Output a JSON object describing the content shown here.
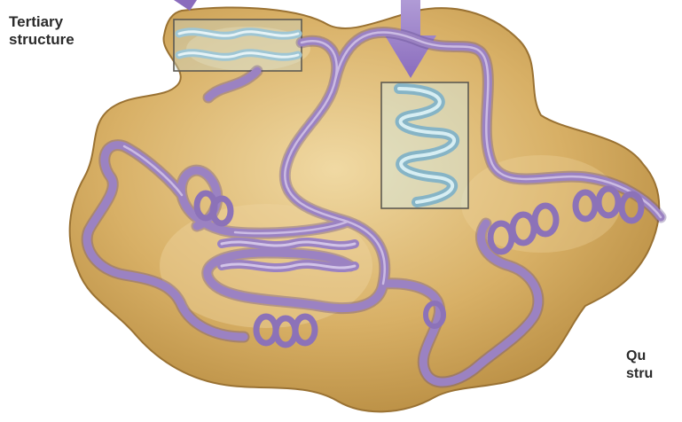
{
  "labels": {
    "tertiary": {
      "line1": "Tertiary",
      "line2": "structure"
    },
    "quaternary_cropped": {
      "line1": "Qu",
      "line2": "stru"
    }
  },
  "colors": {
    "globule_fill": "#d4ac5e",
    "globule_highlight": "#ecd29a",
    "globule_shadow": "#a57c35",
    "ribbon": "#9b82c2",
    "ribbon_dark": "#6e5599",
    "helix_highlight": "#b9dde6",
    "arrow": "#9a7dc8",
    "text": "#2b2b2b"
  }
}
